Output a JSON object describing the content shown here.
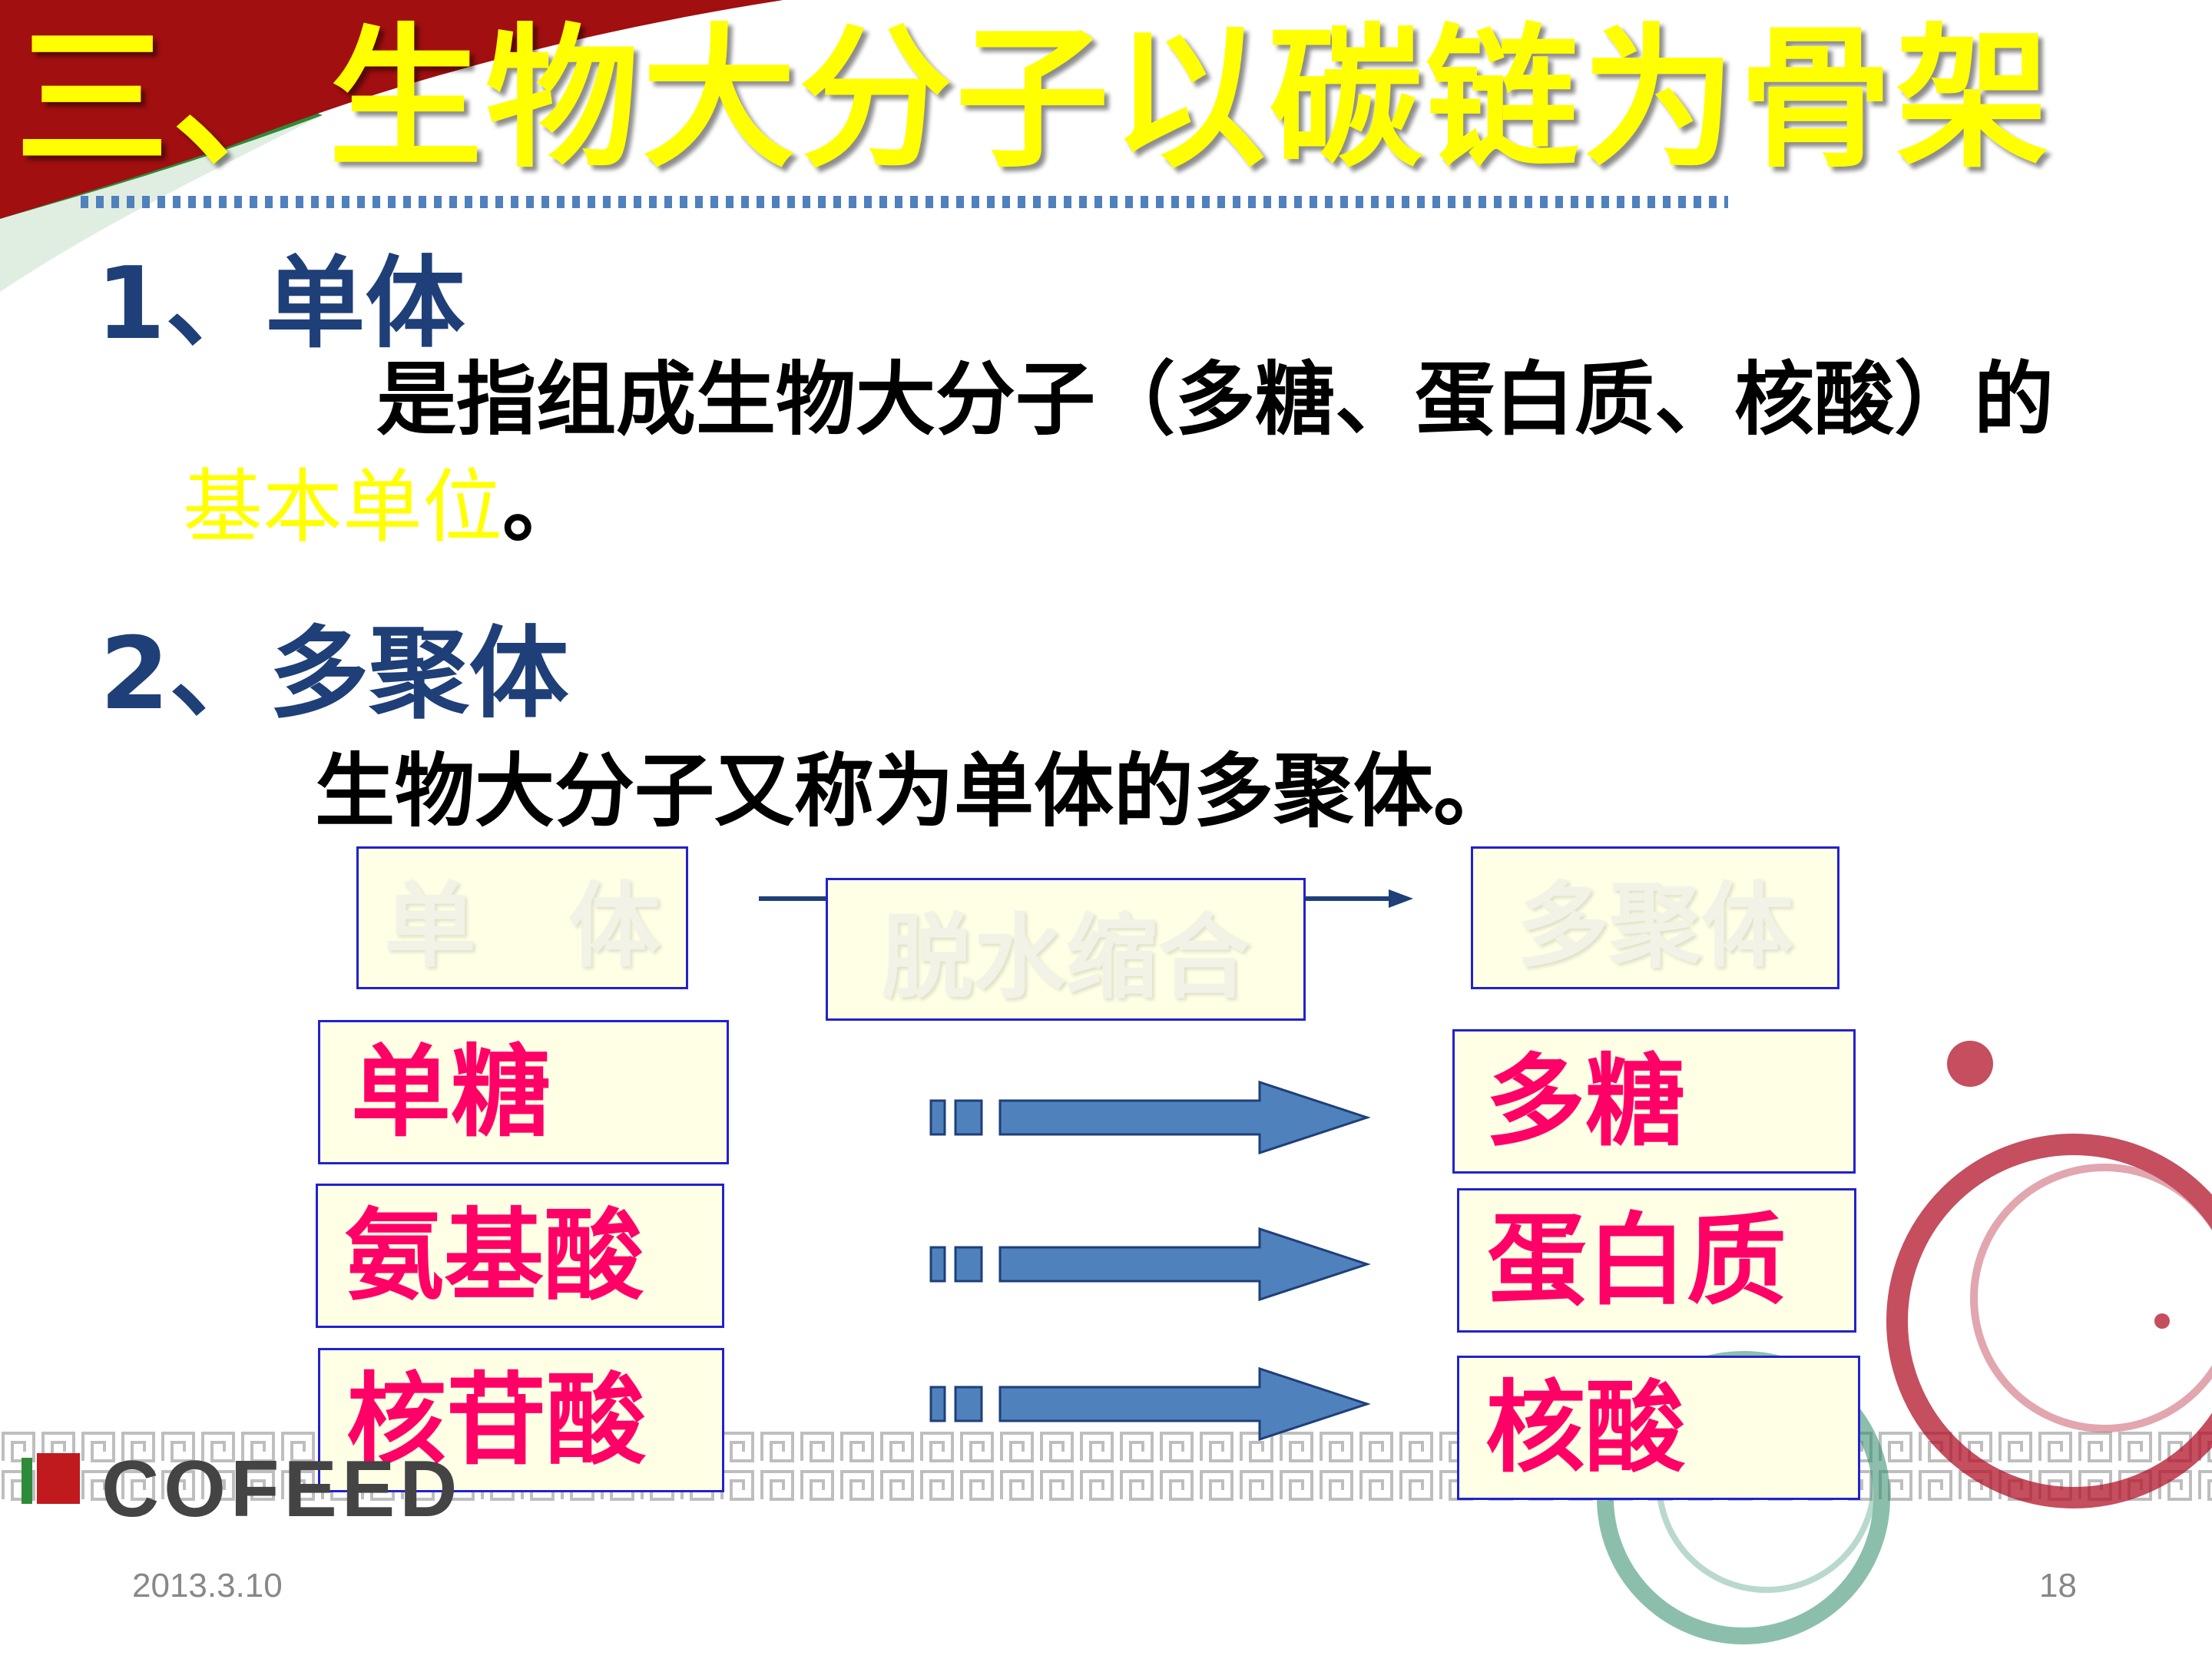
{
  "slide": {
    "title": "三、生物大分子以碳链为骨架",
    "section1": {
      "heading": "1、单体",
      "line1": "是指组成生物大分子（多糖、蛋白质、核酸）的",
      "highlight": "基本单位",
      "end": "。"
    },
    "section2": {
      "heading": "2、多聚体",
      "line1": "生物大分子又称为单体的多聚体。"
    },
    "diagram": {
      "header_left": "单　体",
      "header_mid": "脱水缩合",
      "header_right": "多聚体",
      "rows": [
        {
          "left": "单糖",
          "right": "多糖"
        },
        {
          "left": "氨基酸",
          "right": "蛋白质"
        },
        {
          "left": "核苷酸",
          "right": "核酸"
        }
      ]
    },
    "footer": {
      "logo": "COFEED",
      "date": "2013.3.10",
      "page": "18"
    },
    "colors": {
      "title": "#FFFF00",
      "heading": "#1F3F78",
      "box_text": "#FF0066",
      "arrow": "#4F81BD",
      "corner_red": "#A10F10",
      "corner_green": "#2E8B3A"
    }
  }
}
